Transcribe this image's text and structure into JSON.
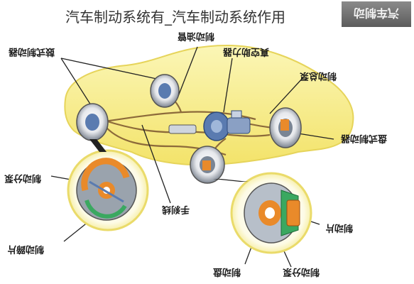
{
  "page_title": "汽车制动系统有_汽车制动系统作用",
  "brand_text": "汽车制动",
  "labels": {
    "drum_brake": "鼓式制动器",
    "brake_pipe": "制动油管",
    "vacuum_booster": "真空助力器",
    "master_cylinder": "制动总泵",
    "disc_brake": "盘式制动器",
    "wheel_cylinder_left": "制动分泵",
    "handbrake": "手刹线",
    "brake_shoe": "制动蹄片",
    "brake_pad": "制动片",
    "brake_disc": "制动盘",
    "wheel_cylinder_right": "制动分泵"
  },
  "colors": {
    "body_yellow": "#f7ef8f",
    "rotor_gray": "#9aa3ad",
    "cylinder_blue": "#5a7bb0",
    "accent_orange": "#e98a2a",
    "accent_green": "#3aa860",
    "pipe_brown": "#8c6a3a"
  }
}
